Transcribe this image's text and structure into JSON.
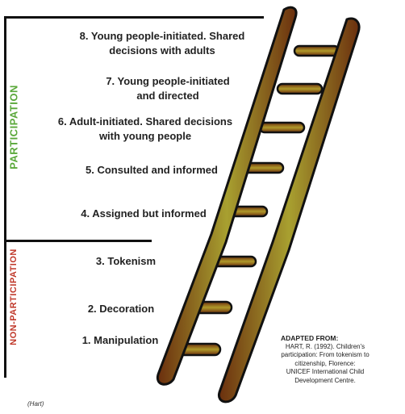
{
  "side_labels": {
    "participation": "PARTICIPATION",
    "non_participation": "NON-PARTICIPATION"
  },
  "rungs": [
    {
      "line1": "8. Young people-initiated. Shared",
      "line2": "decisions with adults"
    },
    {
      "line1": "7. Young people-initiated",
      "line2": "and directed"
    },
    {
      "line1": "6. Adult-initiated. Shared decisions",
      "line2": "with young people"
    },
    {
      "line1": "5. Consulted and informed",
      "line2": ""
    },
    {
      "line1": "4. Assigned but informed",
      "line2": ""
    },
    {
      "line1": "3. Tokenism",
      "line2": ""
    },
    {
      "line1": "2. Decoration",
      "line2": ""
    },
    {
      "line1": "1. Manipulation",
      "line2": ""
    }
  ],
  "source": {
    "heading": "ADAPTED FROM:",
    "lines": [
      "HART, R. (1992). Children's",
      "participation: From tokenism to",
      "citizenship, Florence:",
      "UNICEF International Child",
      "Development Centre."
    ]
  },
  "caption": "(Hart)",
  "colors": {
    "participation": "#5aa83a",
    "non_participation": "#c0392b",
    "ladder_brown": "#7a3a12",
    "ladder_green": "#b5b52a"
  }
}
